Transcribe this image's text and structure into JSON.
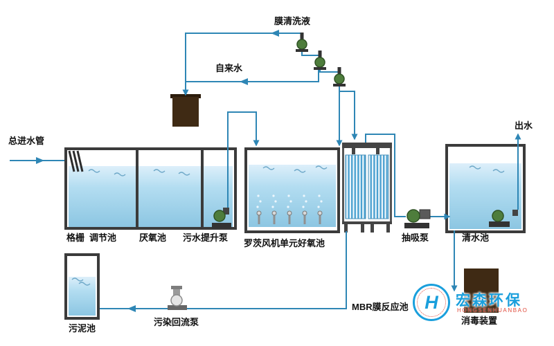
{
  "labels": {
    "membrane_cleaning": "膜清洗液",
    "tap_water": "自来水",
    "main_inlet": "总进水管",
    "outlet": "出水",
    "grid": "格栅",
    "regulation_tank": "调节池",
    "anaerobic_tank": "厌氧池",
    "sewage_lift_pump": "污水提升泵",
    "aerobic_unit": "罗茨风机单元好氧池",
    "suction_pump": "抽吸泵",
    "clean_water_tank": "清水池",
    "sludge_tank": "污泥池",
    "return_pump": "污染回流泵",
    "mbr_tank": "MBR膜反应池",
    "disinfection": "消毒装置"
  },
  "logo": {
    "name": "宏森环保",
    "sub": "HONGSENHUANBAO",
    "monogram": "H"
  },
  "colors": {
    "pipe": "#2e86b5",
    "tank_wall": "#3b3b3b",
    "water": "#a8d8ee",
    "chem_tank_brown": "#3f2a14",
    "pump_green": "#4e7d3c",
    "logo_blue": "#1a9fdc",
    "logo_red": "#e0493a"
  }
}
